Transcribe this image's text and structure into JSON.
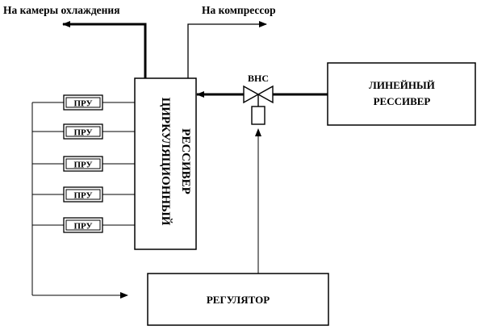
{
  "diagram": {
    "top_labels": {
      "to_chambers": "На камеры охлаждения",
      "to_compressor": "На компрессор"
    },
    "circ_receiver": {
      "line1": "ЦИРКУЛЯЦИОННЫЙ",
      "line2": "РЕССИВЕР"
    },
    "linear_receiver": {
      "line1": "ЛИНЕЙНЫЙ",
      "line2": "РЕССИВЕР"
    },
    "valve": {
      "label": "ВНС"
    },
    "regulator": {
      "label": "РЕГУЛЯТОР"
    },
    "pru": [
      "ПРУ",
      "ПРУ",
      "ПРУ",
      "ПРУ",
      "ПРУ"
    ]
  }
}
